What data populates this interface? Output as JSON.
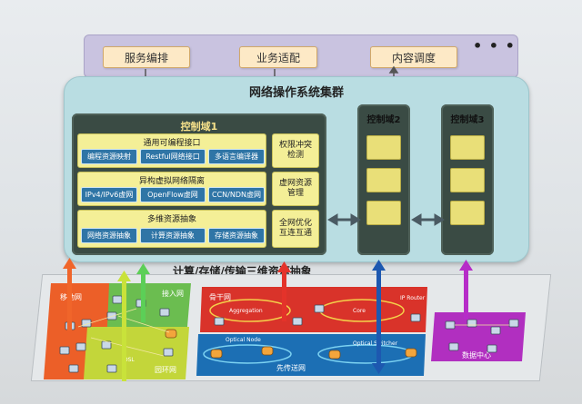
{
  "top_bar": {
    "items": [
      "服务编排",
      "业务适配",
      "内容调度"
    ],
    "ellipsis": "• • •"
  },
  "cluster": {
    "title": "网络操作系统集群",
    "domain1": {
      "title": "控制域1",
      "layers": [
        {
          "title": "通用可编程接口",
          "chips": [
            "编程资源映射",
            "Restful网络接口",
            "多语言编译器"
          ]
        },
        {
          "title": "异构虚拟网络隔离",
          "chips": [
            "IPv4/IPv6虚网",
            "OpenFlow虚网",
            "CCN/NDN虚网"
          ]
        },
        {
          "title": "多维资源抽象",
          "chips": [
            "网络资源抽象",
            "计算资源抽象",
            "存储资源抽象"
          ]
        }
      ],
      "side_boxes": [
        "权限冲突检测",
        "虚网资源管理",
        "全网优化互连互通"
      ]
    },
    "domain2": {
      "title": "控制域2"
    },
    "domain3": {
      "title": "控制域3"
    }
  },
  "abstraction_label": "计算/存储/传输三维资源抽象",
  "network": {
    "mobile": "移动网",
    "access": "接入网",
    "backbone": "骨干网",
    "ip_router": "IP Router",
    "aggregation": "Aggregation",
    "core": "Core",
    "optical": "先传送网",
    "optical_node_1": "Optical Node",
    "optical_node_2": "Optical Switcher",
    "datacenter": "数据中心",
    "fiber": "园环网",
    "dsl": "DSL"
  },
  "colors": {
    "arrow_orange": "#f0652a",
    "arrow_lime": "#c9e23a",
    "arrow_green": "#5ccf57",
    "arrow_red": "#e4332a",
    "arrow_blue": "#1d58b0",
    "arrow_purple": "#b62cc8"
  }
}
